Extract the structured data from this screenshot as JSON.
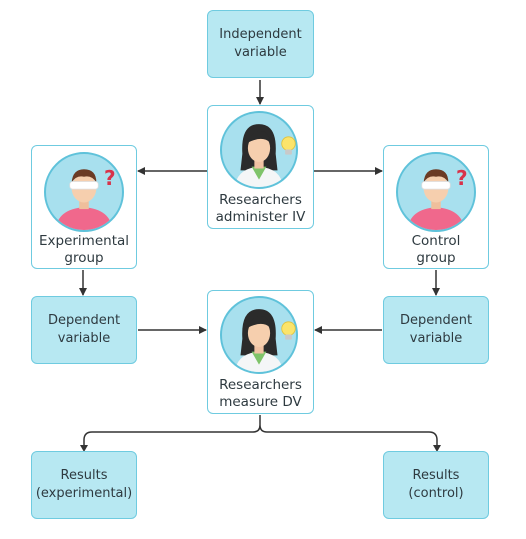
{
  "nodes": {
    "iv": {
      "line1": "Independent",
      "line2": "variable"
    },
    "admin": {
      "line1": "Researchers",
      "line2": "administer IV"
    },
    "exp_group": {
      "line1": "Experimental",
      "line2": "group"
    },
    "ctrl_group": {
      "line1": "Control",
      "line2": "group"
    },
    "dv_left": {
      "line1": "Dependent",
      "line2": "variable"
    },
    "dv_right": {
      "line1": "Dependent",
      "line2": "variable"
    },
    "measure": {
      "line1": "Researchers",
      "line2": "measure DV"
    },
    "res_exp": {
      "line1": "Results",
      "line2": "(experimental)"
    },
    "res_ctrl": {
      "line1": "Results",
      "line2": "(control)"
    }
  },
  "icons": {
    "researcher": "female-researcher-icon",
    "participant": "blindfolded-participant-icon",
    "idea": "lightbulb-icon",
    "question": "question-mark-icon"
  },
  "colors": {
    "box_fill": "#b7e8f2",
    "box_border": "#6fcbe0",
    "arrow": "#333333",
    "question_mark": "#d8324a",
    "shirt": "#f0688c"
  }
}
